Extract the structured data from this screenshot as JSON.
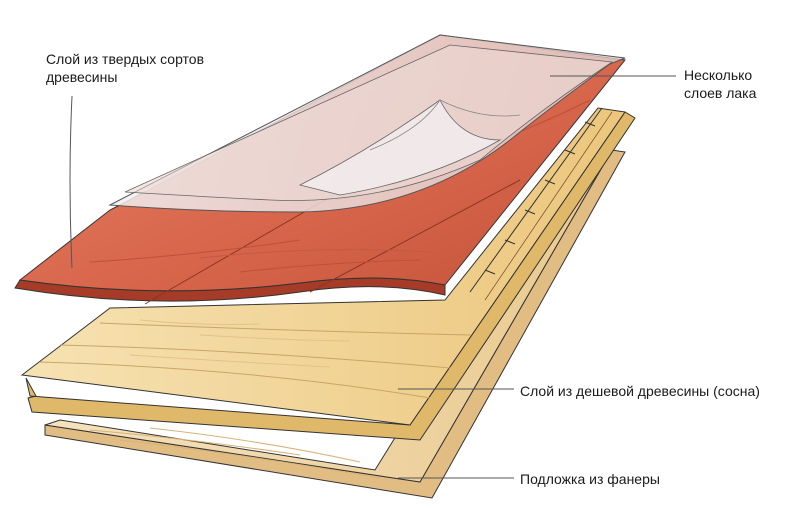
{
  "labels": {
    "hardwood_line1": "Слой из твердых сортов",
    "hardwood_line2": "древесины",
    "lacquer_line1": "Несколько",
    "lacquer_line2": "слоев лака",
    "pine": "Слой из дешевой древесины (сосна)",
    "plywood": "Подложка из фанеры"
  },
  "colors": {
    "hardwood": "#d8674c",
    "hardwood_dark": "#b8452f",
    "pine": "#f1d79b",
    "pine_edge": "#e0b86a",
    "plywood": "#f0d6a6",
    "lacquer": "#e8e8ee",
    "outline": "#333333",
    "leader": "#555555"
  }
}
